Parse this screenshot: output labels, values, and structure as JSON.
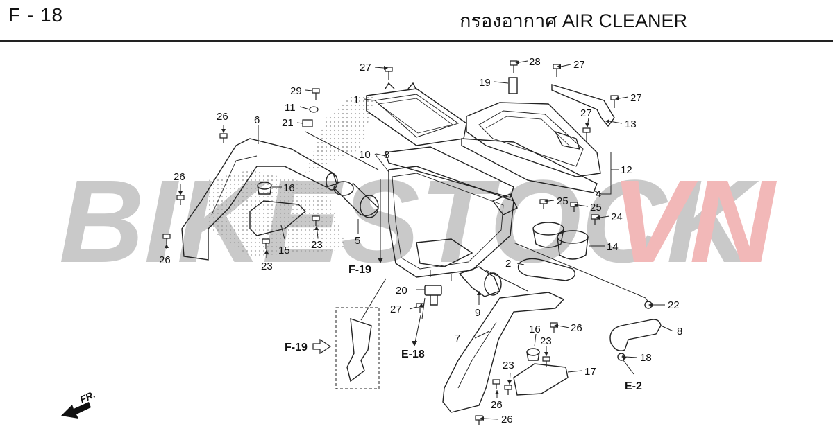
{
  "header": {
    "page_code": "F - 18",
    "title": "กรองอากาศ  AIR CLEANER"
  },
  "watermark": {
    "text_main": "BIKESTOCK",
    "text_accent": "VN",
    "color_main": "#c9c9c9",
    "color_accent": "#f2b8b8"
  },
  "direction_label": "FR.",
  "references": {
    "f19_a": "F-19",
    "f19_b": "F-19",
    "e18": "E-18",
    "e2": "E-2"
  },
  "callouts": {
    "c1": "1",
    "c2": "2",
    "c3": "3",
    "c4": "4",
    "c5": "5",
    "c6": "6",
    "c7": "7",
    "c8": "8",
    "c9": "9",
    "c10": "10",
    "c11": "11",
    "c12": "12",
    "c13": "13",
    "c14": "14",
    "c15": "15",
    "c16a": "16",
    "c16b": "16",
    "c17": "17",
    "c18": "18",
    "c19": "19",
    "c20": "20",
    "c21": "21",
    "c22": "22",
    "c23a": "23",
    "c23b": "23",
    "c23c": "23",
    "c23d": "23",
    "c24": "24",
    "c25a": "25",
    "c25b": "25",
    "c26a": "26",
    "c26b": "26",
    "c26c": "26",
    "c26d": "26",
    "c26e": "26",
    "c26f": "26",
    "c27a": "27",
    "c27b": "27",
    "c27c": "27",
    "c27d": "27",
    "c27e": "27",
    "c28": "28",
    "c29": "29"
  }
}
